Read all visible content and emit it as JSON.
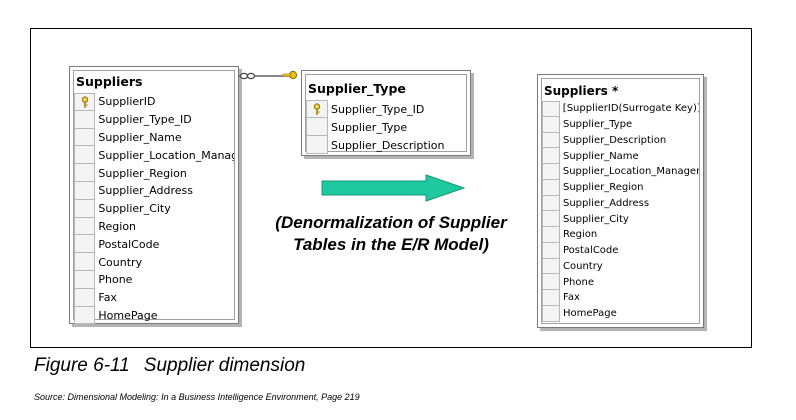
{
  "tables": [
    {
      "title": "Suppliers",
      "columns": [
        "SupplierID",
        "Supplier_Type_ID",
        "Supplier_Name",
        "Supplier_Location_Manag",
        "Supplier_Region",
        "Supplier_Address",
        "Supplier_City",
        "Region",
        "PostalCode",
        "Country",
        "Phone",
        "Fax",
        "HomePage"
      ],
      "key_column": "SupplierID"
    },
    {
      "title": "Supplier_Type",
      "columns": [
        "Supplier_Type_ID",
        "Supplier_Type",
        "Supplier_Description"
      ],
      "key_column": "Supplier_Type_ID"
    },
    {
      "title": "Suppliers *",
      "columns": [
        "[SupplierID(Surrogate Key)]",
        "Supplier_Type",
        "Supplier_Description",
        "Supplier_Name",
        "Supplier_Location_Manager",
        "Supplier_Region",
        "Supplier_Address",
        "Supplier_City",
        "Region",
        "PostalCode",
        "Country",
        "Phone",
        "Fax",
        "HomePage"
      ]
    }
  ],
  "caption": {
    "line1": "(Denormalization of Supplier",
    "line2": "Tables in the E/R Model)"
  },
  "figure": {
    "number": "Figure 6-11",
    "title": "Supplier dimension"
  },
  "source": "Source: Dimensional Modeling: In a Business Intelligence Environment, Page 219",
  "colors": {
    "arrow_fill": "#1fc9a0",
    "arrow_stroke": "#169a7a",
    "key_icon": "#e8c020",
    "relationship_line": "#606060"
  },
  "icons": {
    "key": "key-icon",
    "arrow": "right-arrow",
    "relationship": "relationship-connector"
  }
}
